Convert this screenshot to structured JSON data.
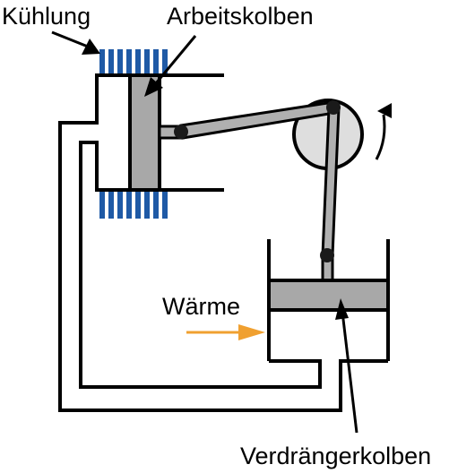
{
  "labels": {
    "cooling": "Kühlung",
    "working_piston": "Arbeitskolben",
    "heat": "Wärme",
    "displacer_piston": "Verdrängerkolben"
  },
  "icons": {
    "cooling_fins": "cooling-fins-icon",
    "rotation_arrow": "rotation-arrow-icon",
    "heat_arrow": "heat-arrow-icon"
  },
  "colors": {
    "outline": "#000000",
    "piston_fill": "#a8a8a8",
    "rod_fill": "#b0b0b0",
    "flywheel_fill": "#dedede",
    "cooling_fins": "#1f5aa6",
    "heat_arrow": "#f0a030"
  }
}
